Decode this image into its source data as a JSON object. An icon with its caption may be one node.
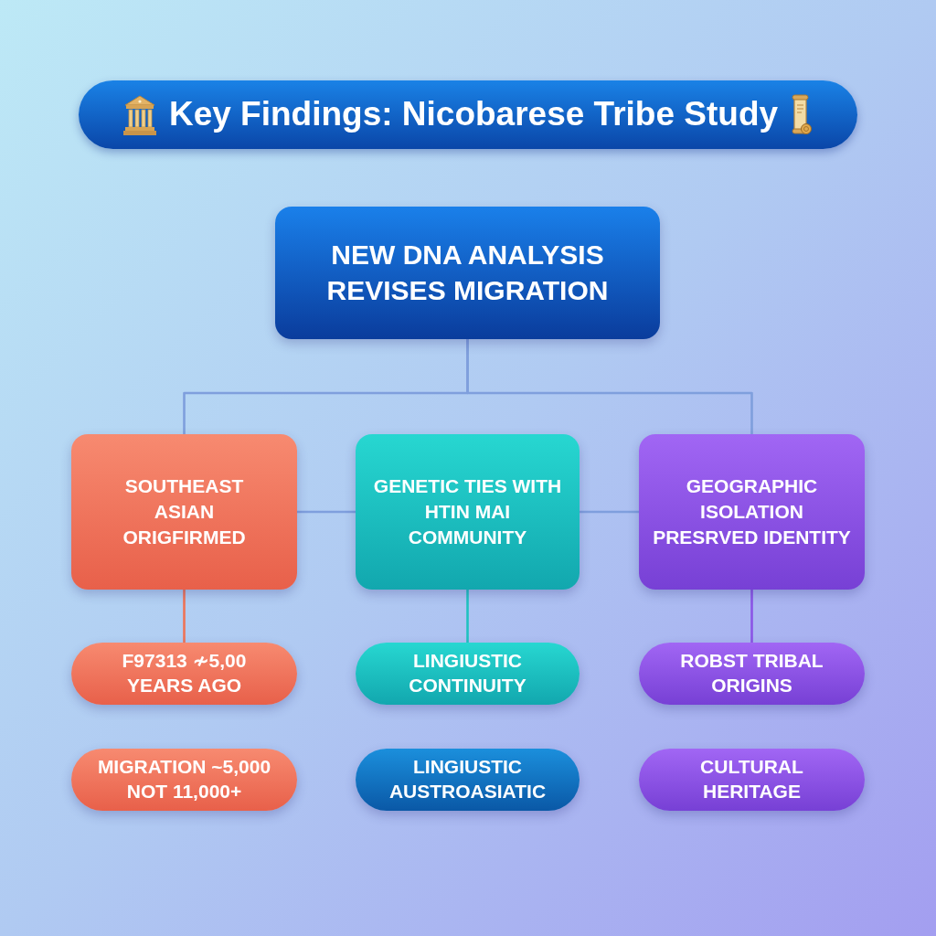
{
  "diagram": {
    "title": "Key Findings: Nicobarese Tribe Study",
    "nodes": [
      {
        "text": [
          "NEW DNA ANALYSIS REVISES MIGRATION"
        ]
      },
      {
        "text": [
          "SOUTHEAST ASIAN ORIGFIRMED"
        ]
      },
      {
        "text": [
          "GENETIC TIES WITH HTIN MAI COMMUNITY"
        ]
      },
      {
        "text": [
          "GEOGRAPHIC ISOLATION PRESRVED IDENTITY"
        ]
      },
      {
        "text": [
          "F97313 ≁5,00 YEARS AGO"
        ]
      },
      {
        "text": [
          "LINGIUSTIC CONTINUITY"
        ]
      },
      {
        "text": [
          "ROBST TRIBAL ORIGINS"
        ]
      },
      {
        "text": [
          "MIGRATION ~5,000 NOT 11,000+"
        ]
      },
      {
        "text": [
          "LINGIUSTIC AUSTROASIATIC"
        ]
      },
      {
        "text": [
          "CULTURAL HERITAGE"
        ]
      }
    ],
    "edges": [
      {
        "from": 0,
        "to": 1,
        "arrow": "none"
      },
      {
        "from": 0,
        "to": 3,
        "arrow": "none"
      },
      {
        "from": 1,
        "to": 2,
        "arrow": "none"
      },
      {
        "from": 2,
        "to": 3,
        "arrow": "none"
      },
      {
        "from": 1,
        "to": 4,
        "arrow": "none",
        "color": "#ee7457"
      },
      {
        "from": 2,
        "to": 5,
        "arrow": "none",
        "color": "#1fc2c0"
      },
      {
        "from": 3,
        "to": 6,
        "arrow": "none",
        "color": "#8b55e6"
      }
    ]
  }
}
